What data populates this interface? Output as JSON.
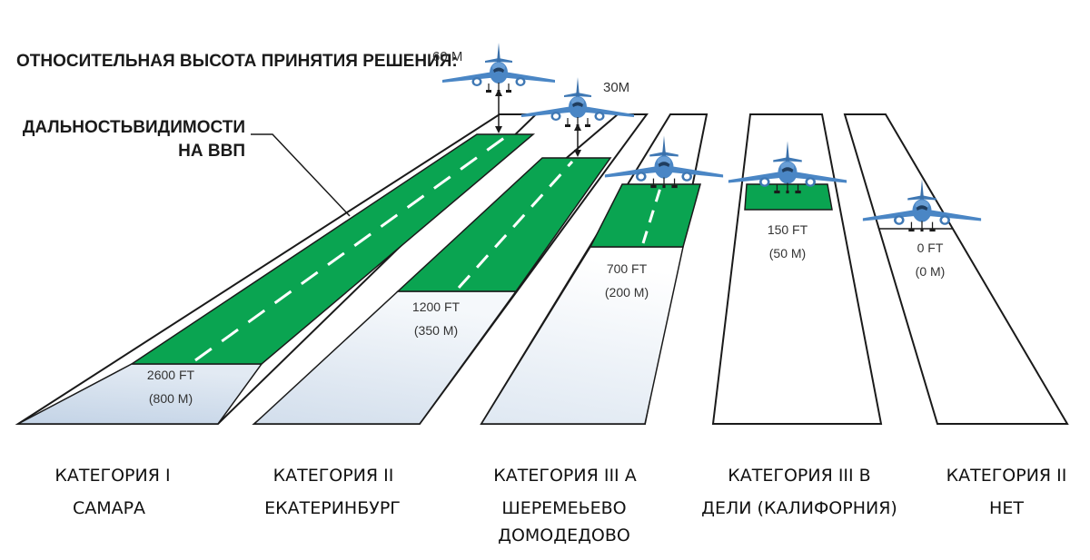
{
  "heading": {
    "decision_height": "ОТНОСИТЕЛЬНАЯ ВЫСОТА ПРИНЯТИЯ РЕШЕНИЯ:",
    "visibility_line1": "ДАЛЬНОСТЬВИДИМОСТИ",
    "visibility_line2": "НА ВВП"
  },
  "heights": {
    "h60": "60 М",
    "h30": "30М"
  },
  "colors": {
    "runway_outline": "#1a1a1a",
    "visibility_green": "#0aa451",
    "fog_shade": "#cfdcea",
    "aircraft_blue": "#4a86c5",
    "centerline": "#ffffff"
  },
  "runways": [
    {
      "rvr_ft": "2600 FT",
      "rvr_m": "(800 М)",
      "cat_line1": "КАТЕГОРИЯ I",
      "cat_line2": "САМАРА",
      "cat_line3": ""
    },
    {
      "rvr_ft": "1200 FT",
      "rvr_m": "(350 М)",
      "cat_line1": "КАТЕГОРИЯ II",
      "cat_line2": "ЕКАТЕРИНБУРГ",
      "cat_line3": ""
    },
    {
      "rvr_ft": "700 FT",
      "rvr_m": "(200 М)",
      "cat_line1": "КАТЕГОРИЯ III А",
      "cat_line2": "ШЕРЕМЕЬЕВО",
      "cat_line3": "ДОМОДЕДОВО"
    },
    {
      "rvr_ft": "150 FT",
      "rvr_m": "(50 М)",
      "cat_line1": "КАТЕГОРИЯ III В",
      "cat_line2": "ДЕЛИ (КАЛИФОРНИЯ)",
      "cat_line3": ""
    },
    {
      "rvr_ft": "0 FT",
      "rvr_m": "(0 М)",
      "cat_line1": "КАТЕГОРИЯ II",
      "cat_line2": "НЕТ",
      "cat_line3": ""
    }
  ]
}
